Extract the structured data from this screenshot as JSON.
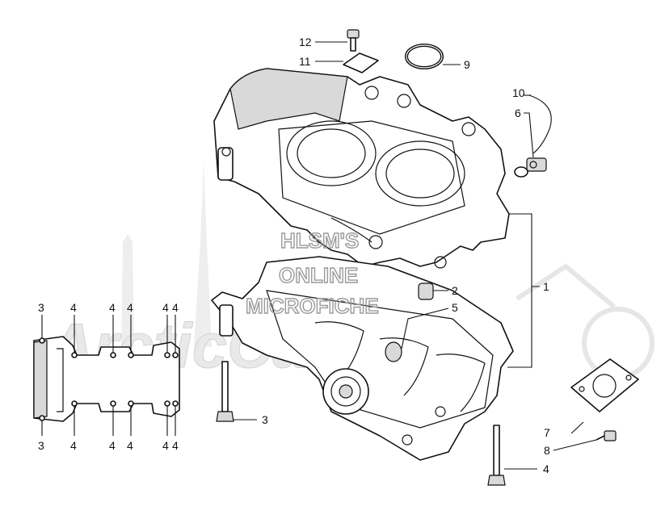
{
  "watermark": {
    "line1": "HLSM'S",
    "line2": "ONLINE",
    "line3": "MICROFICHE",
    "brand": "ArcticCat"
  },
  "callouts": {
    "c1": "1",
    "c2": "2",
    "c3": "3",
    "c4": "4",
    "c5": "5",
    "c6": "6",
    "c7": "7",
    "c8": "8",
    "c9": "9",
    "c10": "10",
    "c11": "11",
    "c12": "12"
  },
  "inset": {
    "top_labels": [
      "3",
      "4",
      "4",
      "4",
      "4",
      "4"
    ],
    "bottom_labels": [
      "3",
      "4",
      "4",
      "4",
      "4",
      "4"
    ]
  }
}
